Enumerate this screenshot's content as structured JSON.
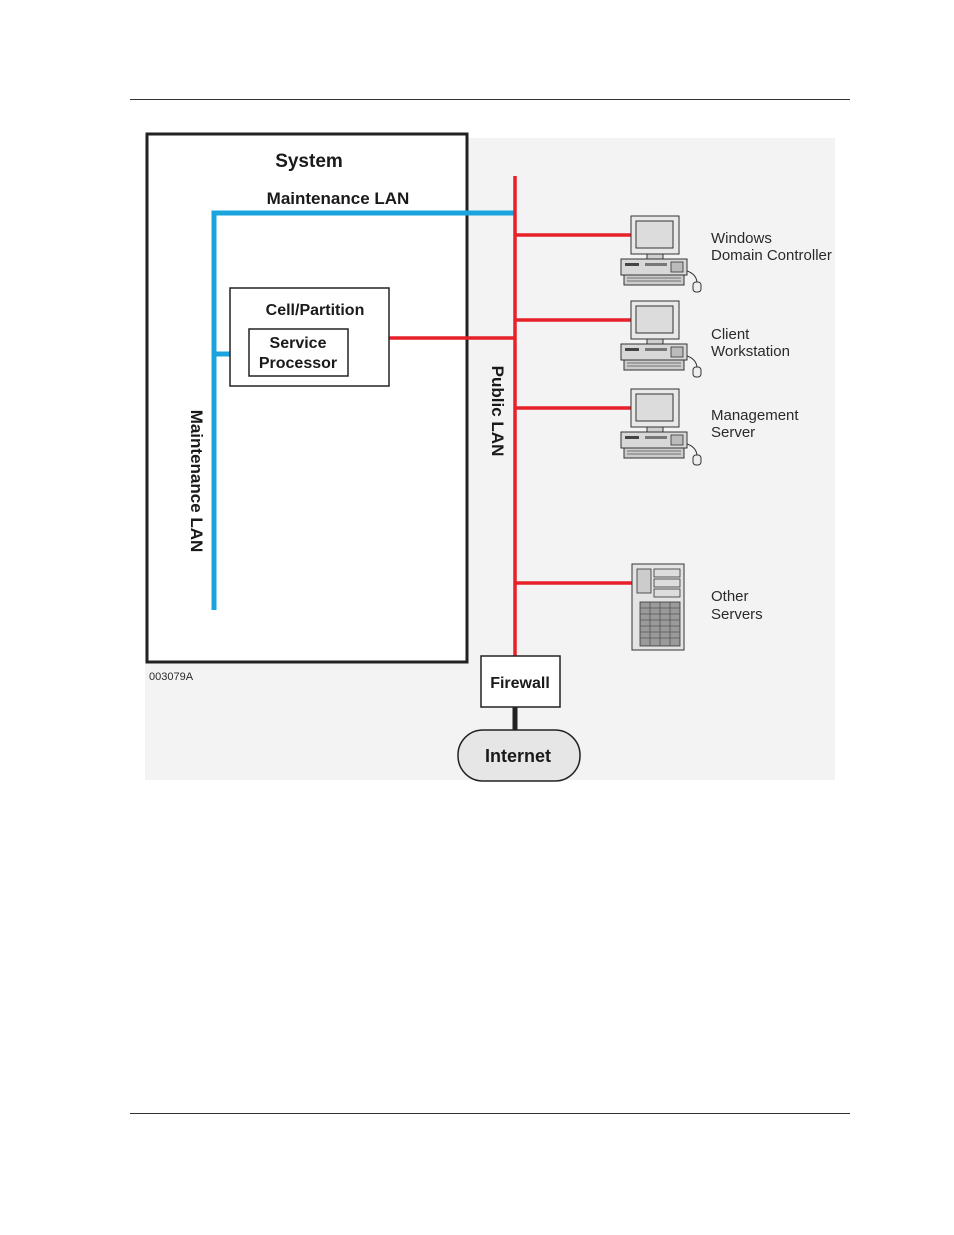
{
  "diagram": {
    "system_label": "System",
    "maintenance_lan_top_label": "Maintenance LAN",
    "maintenance_lan_side_label": "Maintenance LAN",
    "cell_partition_label": "Cell/Partition",
    "service_processor_line1": "Service",
    "service_processor_line2": "Processor",
    "public_lan_label": "Public LAN",
    "firewall_label": "Firewall",
    "internet_label": "Internet",
    "figure_id": "003079A",
    "devices": [
      {
        "line1": "Windows",
        "line2": "Domain Controller",
        "icon": "desktop-computer-icon"
      },
      {
        "line1": "Client",
        "line2": "Workstation",
        "icon": "desktop-computer-icon"
      },
      {
        "line1": "Management",
        "line2": "Server",
        "icon": "desktop-computer-icon"
      },
      {
        "line1": "Other",
        "line2": "Servers",
        "icon": "tower-server-icon"
      }
    ],
    "colors": {
      "maintenance_lan": "#1aa3dd",
      "public_lan": "#e8202a",
      "background_panel": "#f3f3f3"
    }
  }
}
